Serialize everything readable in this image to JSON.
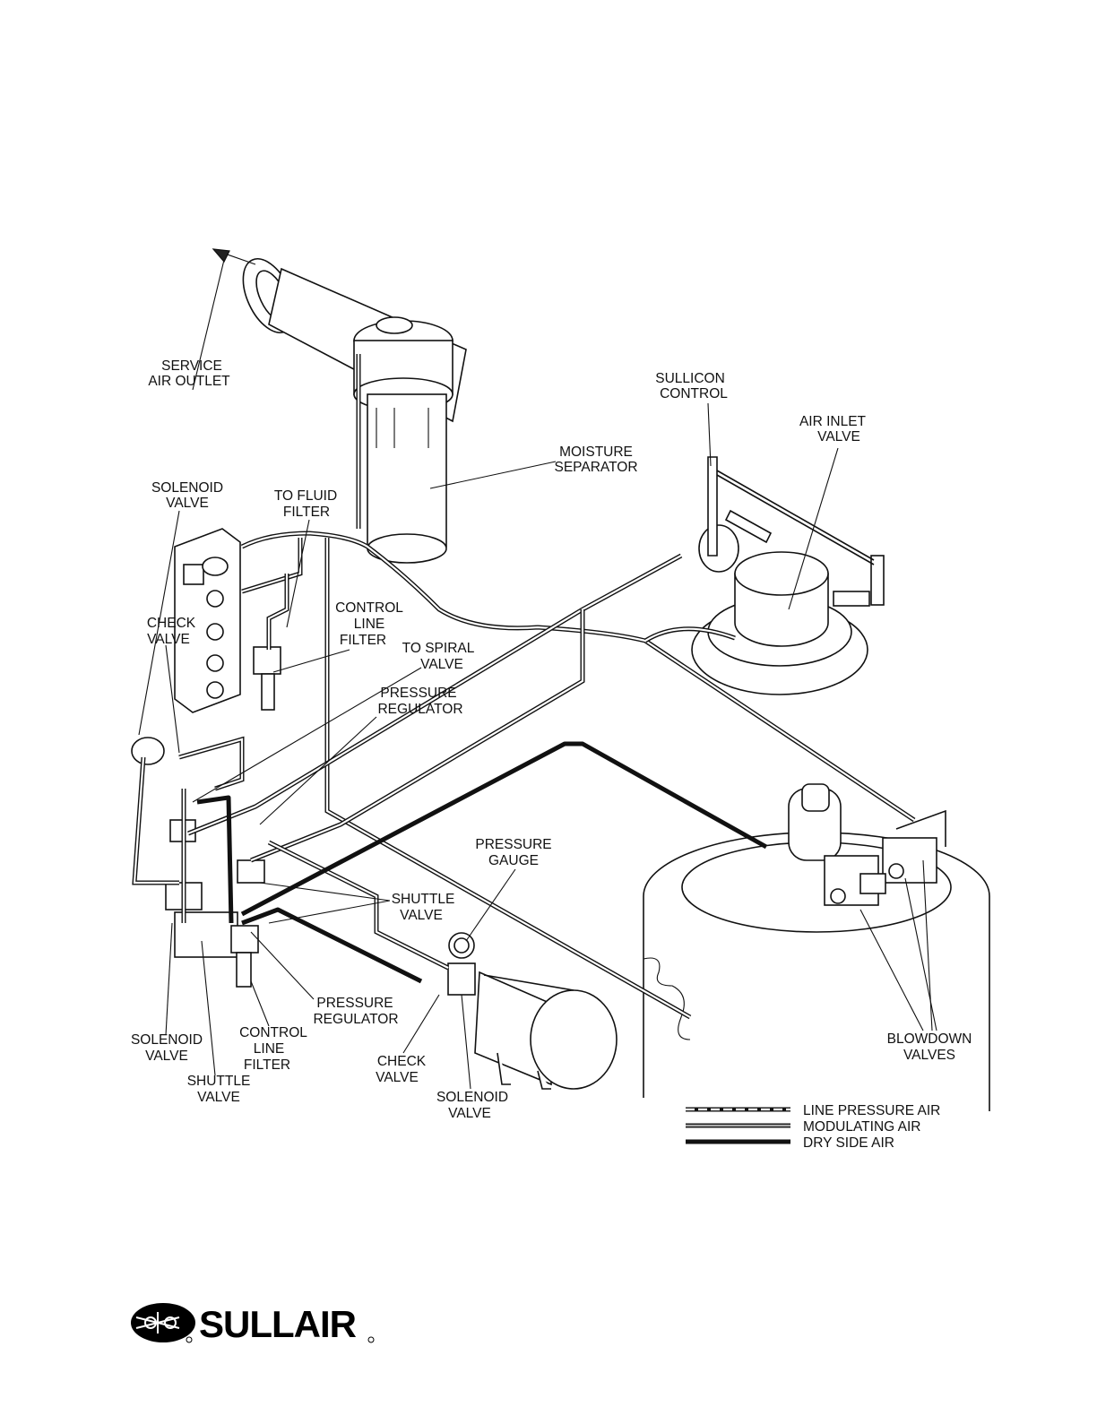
{
  "labels": {
    "service_air_outlet": [
      "SERVICE",
      "AIR OUTLET"
    ],
    "sullicon_control": [
      "SULLICON",
      "CONTROL"
    ],
    "air_inlet_valve": [
      "AIR INLET",
      "VALVE"
    ],
    "moisture_separator": [
      "MOISTURE",
      "SEPARATOR"
    ],
    "solenoid_valve_top": [
      "SOLENOID",
      "VALVE"
    ],
    "to_fluid_filter": [
      "TO FLUID",
      "FILTER"
    ],
    "check_valve_top": [
      "CHECK",
      "VALVE"
    ],
    "control_line_filter_top": [
      "CONTROL",
      "LINE",
      "FILTER"
    ],
    "to_spiral_valve": [
      "TO SPIRAL",
      "VALVE"
    ],
    "pressure_regulator_top": [
      "PRESSURE",
      "REGULATOR"
    ],
    "pressure_gauge": [
      "PRESSURE",
      "GAUGE"
    ],
    "shuttle_valve_mid": [
      "SHUTTLE",
      "VALVE"
    ],
    "pressure_regulator_bottom": [
      "PRESSURE",
      "REGULATOR"
    ],
    "solenoid_valve_left": [
      "SOLENOID",
      "VALVE"
    ],
    "control_line_filter_bottom": [
      "CONTROL",
      "LINE",
      "FILTER"
    ],
    "shuttle_valve_bottom": [
      "SHUTTLE",
      "VALVE"
    ],
    "check_valve_bottom": [
      "CHECK",
      "VALVE"
    ],
    "solenoid_valve_bottom": [
      "SOLENOID",
      "VALVE"
    ],
    "blowdown_valves": [
      "BLOWDOWN",
      "VALVES"
    ]
  },
  "legend": {
    "line_pressure_air": "LINE PRESSURE AIR",
    "modulating_air": "MODULATING AIR",
    "dry_side_air": "DRY SIDE AIR"
  },
  "logo": {
    "brand": "SULLAIR"
  }
}
